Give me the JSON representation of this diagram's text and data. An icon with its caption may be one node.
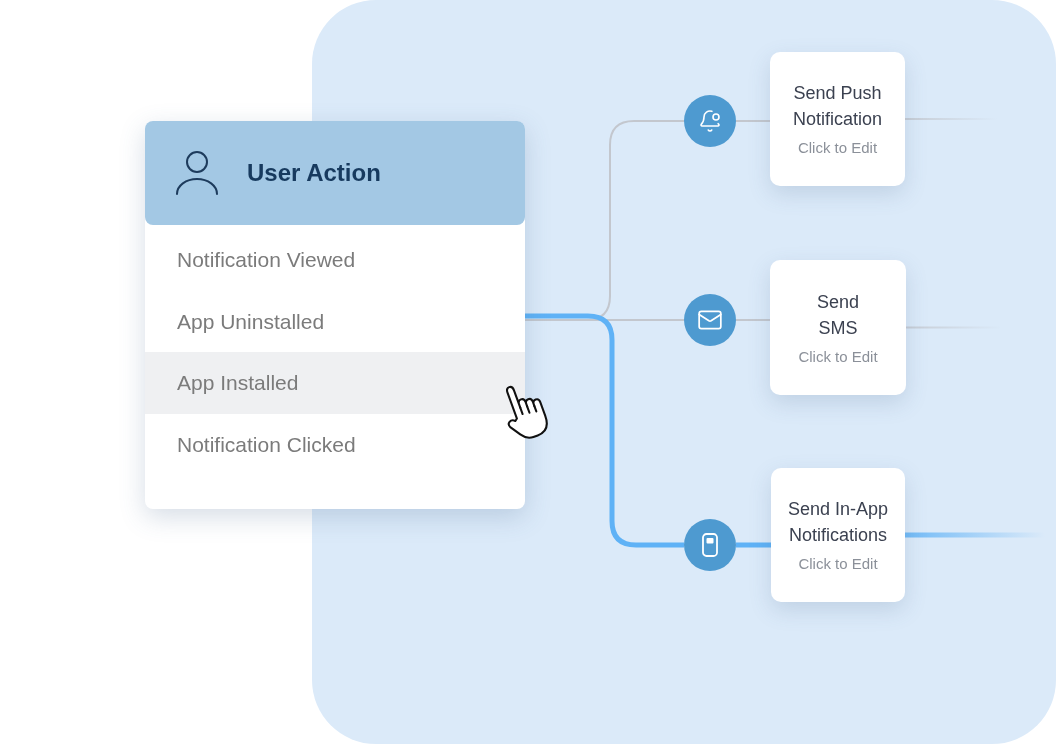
{
  "diagram": {
    "nodes": [
      {
        "text": [
          "User Action"
        ]
      },
      {
        "text": [
          "Notification Viewed"
        ],
        "in": 0
      },
      {
        "text": [
          "App Uninstalled"
        ],
        "in": 0
      },
      {
        "text": [
          "App Installed"
        ],
        "in": 0
      },
      {
        "text": [
          "Notification Clicked"
        ],
        "in": 0
      },
      {
        "text": [],
        "shape": "circle"
      },
      {
        "text": [],
        "shape": "circle"
      },
      {
        "text": [],
        "shape": "circle"
      },
      {
        "text": [
          "Send Push Notification",
          "Click to Edit"
        ]
      },
      {
        "text": [
          "Send SMS",
          "Click to Edit"
        ]
      },
      {
        "text": [
          "Send In-App Notifications",
          "Click to Edit"
        ]
      }
    ],
    "edges": [
      {
        "from": 0,
        "to": 5,
        "arrow": "none"
      },
      {
        "from": 0,
        "to": 6,
        "arrow": "none"
      },
      {
        "from": 0,
        "to": 7,
        "arrow": "none",
        "style": "thick",
        "color": "#5fb2f6"
      },
      {
        "from": 5,
        "to": 8,
        "arrow": "none"
      },
      {
        "from": 6,
        "to": 9,
        "arrow": "none"
      },
      {
        "from": 7,
        "to": 10,
        "arrow": "none",
        "style": "thick",
        "color": "#5fb2f6"
      },
      {
        "from": 8,
        "to": null,
        "arrow": "none"
      },
      {
        "from": 9,
        "to": null,
        "arrow": "none"
      },
      {
        "from": 10,
        "to": null,
        "arrow": "none",
        "style": "thick",
        "color": "#5fb2f6"
      }
    ]
  }
}
